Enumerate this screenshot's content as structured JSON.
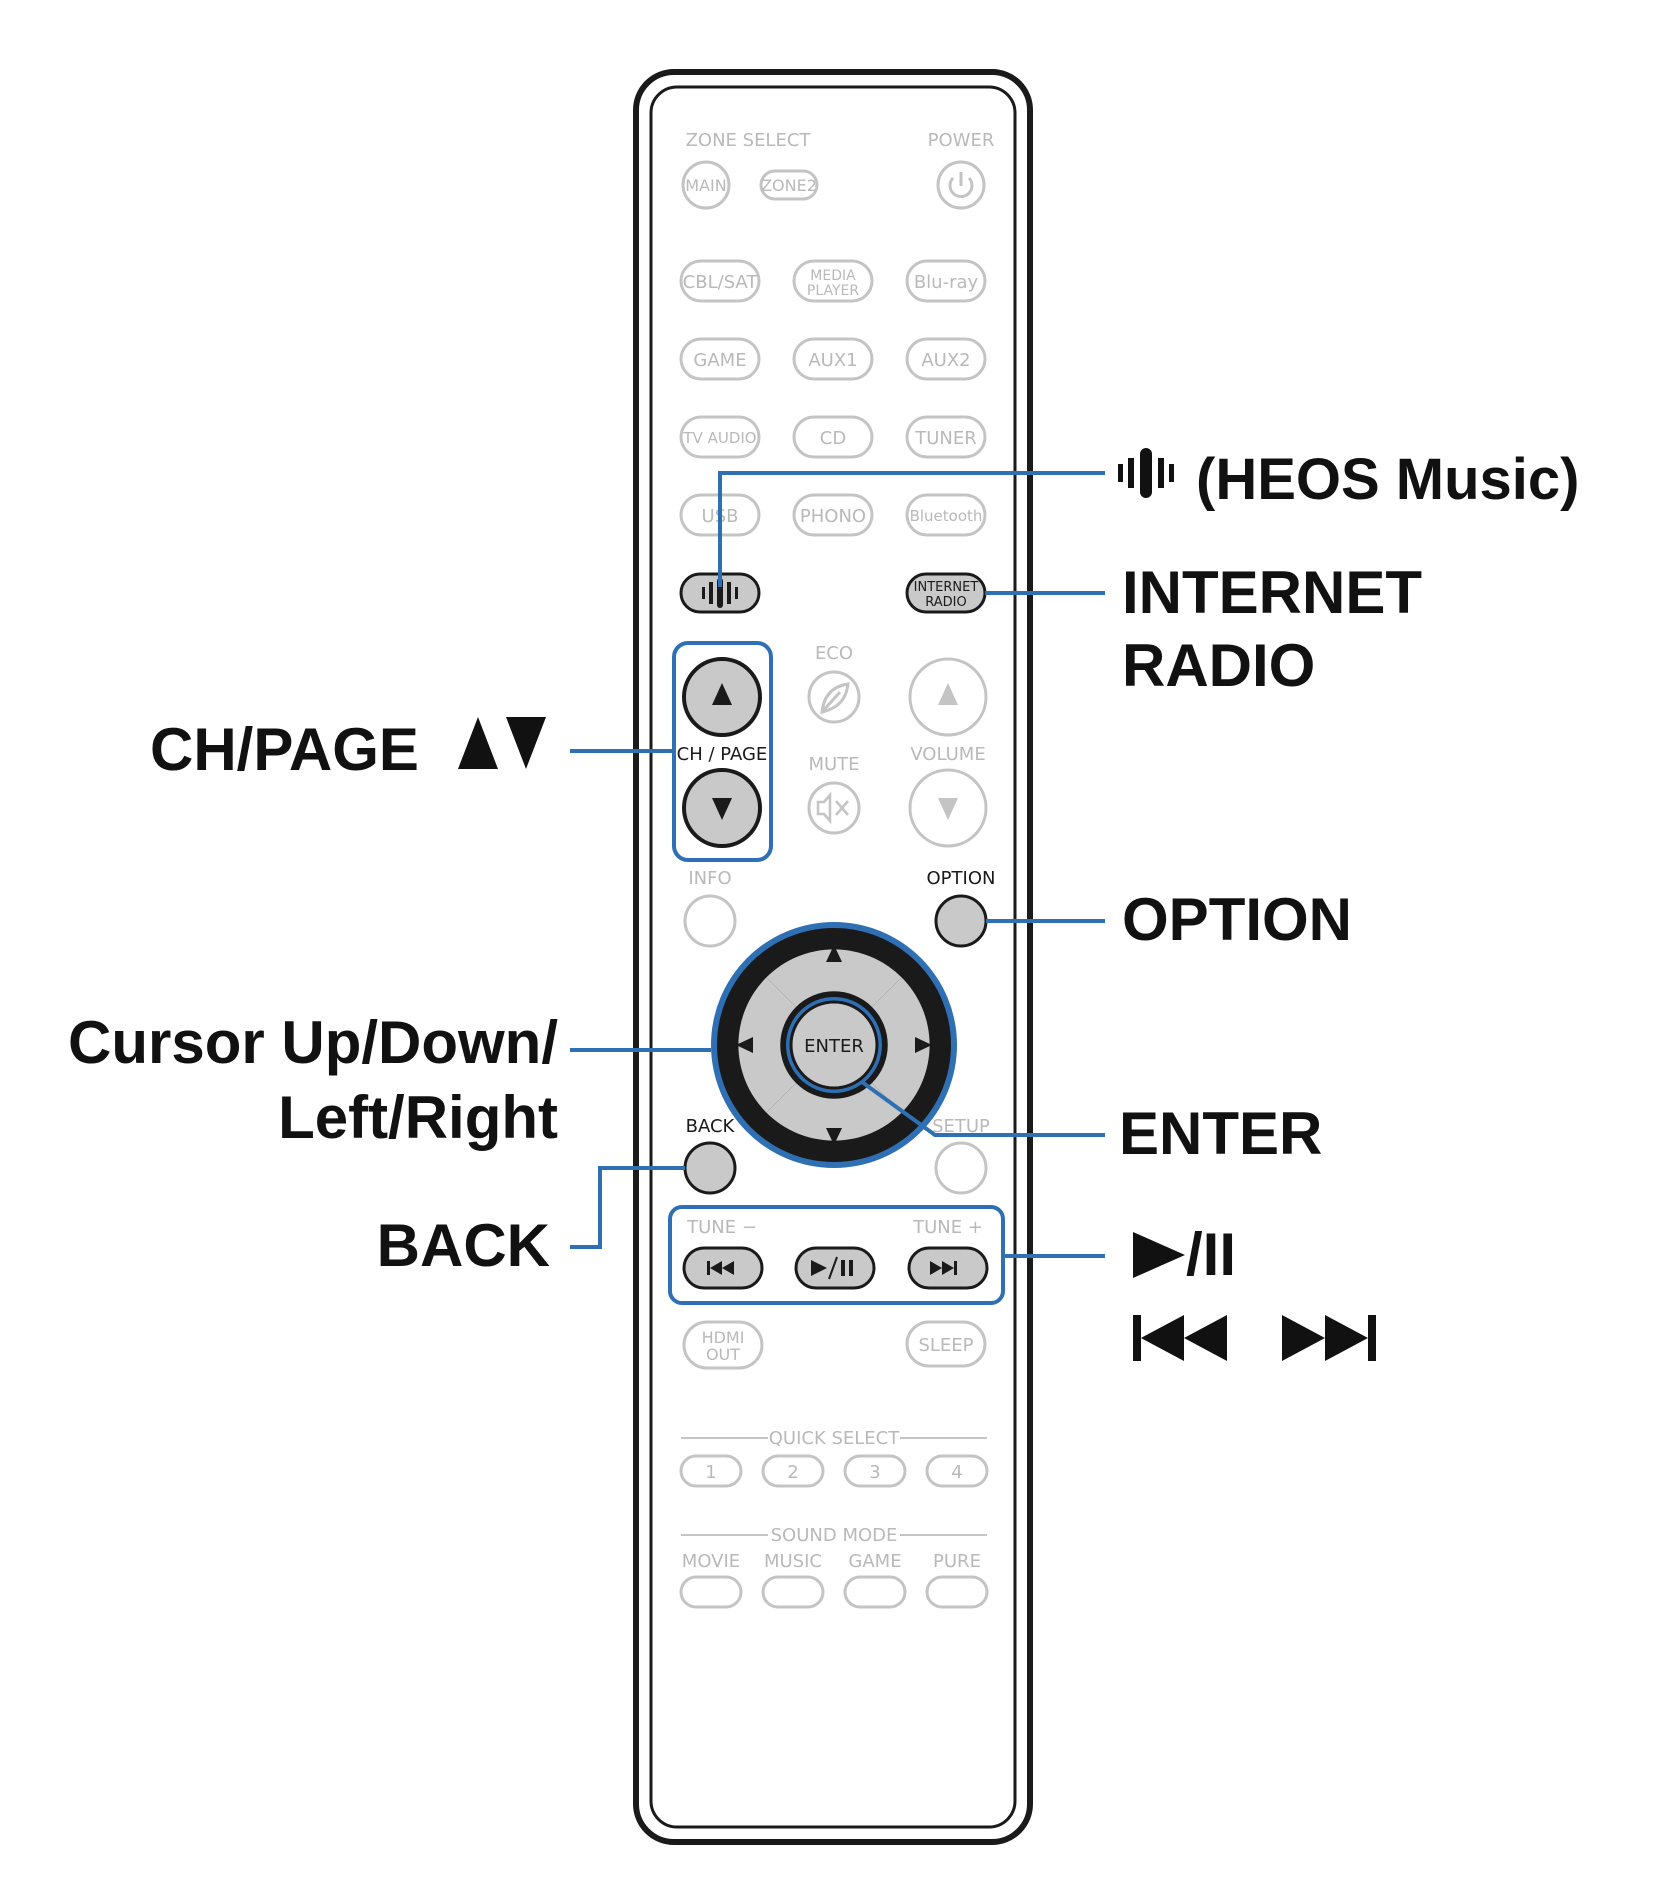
{
  "remote": {
    "zone_select": "ZONE SELECT",
    "power": "POWER",
    "main": "MAIN",
    "zone2": "ZONE2",
    "inputs": [
      "CBL/SAT",
      "MEDIA",
      "PLAYER",
      "Blu-ray",
      "GAME",
      "AUX1",
      "AUX2",
      "TV AUDIO",
      "CD",
      "TUNER",
      "USB",
      "PHONO",
      "Bluetooth"
    ],
    "internet_radio_btn": [
      "INTERNET",
      "RADIO"
    ],
    "eco": "ECO",
    "ch_page": "CH / PAGE",
    "mute": "MUTE",
    "volume": "VOLUME",
    "info": "INFO",
    "option": "OPTION",
    "enter": "ENTER",
    "back": "BACK",
    "setup": "SETUP",
    "tune_minus": "TUNE −",
    "tune_plus": "TUNE +",
    "hdmi_out": [
      "HDMI",
      "OUT"
    ],
    "sleep": "SLEEP",
    "quick_select": "QUICK SELECT",
    "quick_numbers": [
      "1",
      "2",
      "3",
      "4"
    ],
    "sound_mode": "SOUND MODE",
    "sound_modes": [
      "MOVIE",
      "MUSIC",
      "GAME",
      "PURE"
    ]
  },
  "callouts": {
    "heos": "(HEOS Music)",
    "internet_radio": [
      "INTERNET",
      "RADIO"
    ],
    "ch_page": "CH/PAGE",
    "option": "OPTION",
    "cursor": [
      "Cursor Up/Down/",
      "Left/Right"
    ],
    "enter": "ENTER",
    "back": "BACK",
    "play_pause": "/II"
  },
  "colors": {
    "accent_blue": "#2f6fb3",
    "outline": "#1a1a1a",
    "faint": "#c4c4c4",
    "button_fill": "#c9c9c9"
  }
}
